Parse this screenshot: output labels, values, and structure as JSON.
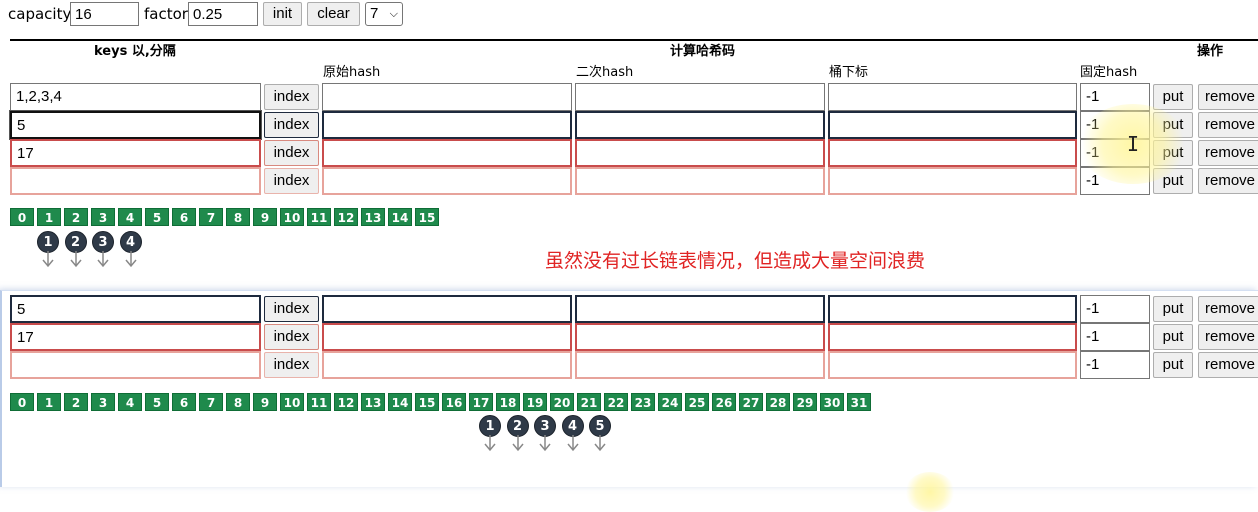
{
  "top": {
    "capacity_label": "capacity",
    "capacity_value": "16",
    "factor_label": "factor",
    "factor_value": "0.25",
    "init_label": "init",
    "clear_label": "clear",
    "select_value": "7"
  },
  "header": {
    "keys": "keys 以,分隔",
    "compute": "计算哈希码",
    "ops": "操作",
    "sub_raw": "原始hash",
    "sub_second": "二次hash",
    "sub_bucket": "桶下标",
    "sub_fixed": "固定hash"
  },
  "buttons": {
    "index": "index",
    "put": "put",
    "remove": "remove"
  },
  "rows1": [
    {
      "key": "1,2,3,4",
      "fixed": "-1"
    },
    {
      "key": "5",
      "fixed": "-1"
    },
    {
      "key": "17",
      "fixed": "-1"
    },
    {
      "key": "",
      "fixed": "-1"
    }
  ],
  "rows2": [
    {
      "key": "5",
      "fixed": "-1"
    },
    {
      "key": "17",
      "fixed": "-1"
    },
    {
      "key": "",
      "fixed": "-1"
    }
  ],
  "buckets1": [
    "0",
    "1",
    "2",
    "3",
    "4",
    "5",
    "6",
    "7",
    "8",
    "9",
    "10",
    "11",
    "12",
    "13",
    "14",
    "15"
  ],
  "nodes1": [
    "1",
    "2",
    "3",
    "4"
  ],
  "buckets2": [
    "0",
    "1",
    "2",
    "3",
    "4",
    "5",
    "6",
    "7",
    "8",
    "9",
    "10",
    "11",
    "12",
    "13",
    "14",
    "15",
    "16",
    "17",
    "18",
    "19",
    "20",
    "21",
    "22",
    "23",
    "24",
    "25",
    "26",
    "27",
    "28",
    "29",
    "30",
    "31"
  ],
  "nodes2": [
    "1",
    "2",
    "3",
    "4",
    "5"
  ],
  "notice": "虽然没有过长链表情况，但造成大量空间浪费",
  "colors": {
    "bucket": "#1f8a4c",
    "node": "#2f3a48",
    "notice": "#e02424"
  }
}
